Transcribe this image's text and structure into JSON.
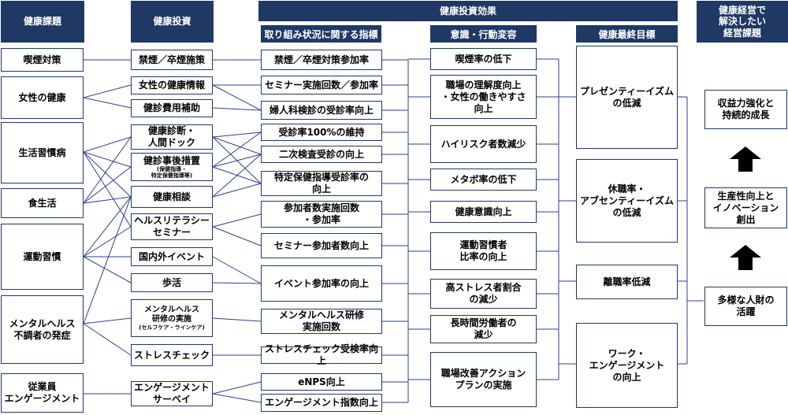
{
  "headers": {
    "issues": "健康課題",
    "investment": "健康投資",
    "effect": "健康投資効果",
    "management": "健康経営で\n解決したい\n経営課題"
  },
  "subheaders": {
    "indicators": "取り組み状況に関する指標",
    "behavior": "意識・行動変容",
    "final_goal": "健康最終目標"
  },
  "issues": [
    "喫煙対策",
    "女性の健康",
    "生活習慣病",
    "食生活",
    "運動習慣",
    "メンタルヘルス\n不調者の発症",
    "従業員\nエンゲージメント"
  ],
  "investments": {
    "smoking": "禁煙／卒煙施策",
    "women_info": "女性の健康情報",
    "checkup_subsidy": "健診費用補助",
    "health_check": "健康診断・\n人間ドック",
    "followup_main": "健診事後措置",
    "followup_sub": "(保健指導・\n特定保健指導等)",
    "consult": "健康相談",
    "literacy": "ヘルスリテラシー\nセミナー",
    "events": "国内外イベント",
    "walking": "歩活",
    "mental_main": "メンタルヘルス\n研修の実施",
    "mental_sub": "(セルフケア・ラインケア)",
    "stress": "ストレスチェック",
    "survey": "エンゲージメント\nサーベイ"
  },
  "indicators": [
    "禁煙／卒煙対策参加率",
    "セミナー実施回数／参加率",
    "婦人科検診の受診率向上",
    "受診率100%の維持",
    "二次検査受診の向上",
    "特定保健指導受診率の\n向上",
    "参加者数実施回数\n・参加率",
    "セミナー参加者数向上",
    "イベント参加率の向上",
    "メンタルヘルス研修\n実施回数",
    "ストレスチェック受検率向上",
    "eNPS向上",
    "エンゲージメント指数向上"
  ],
  "behaviors": [
    "喫煙率の低下",
    "職場の理解度向上\n・女性の働きやすさ\n向上",
    "ハイリスク者数減少",
    "メタボ率の低下",
    "健康意識向上",
    "運動習慣者\n比率の向上",
    "高ストレス者割合\nの減少",
    "長時間労働者の\n減少",
    "職場改善アクション\nプランの実施"
  ],
  "final_goals": [
    "プレゼンティーイズム\nの低減",
    "休職率・\nアブセンティーイズム\nの低減",
    "離職率低減",
    "ワーク・\nエンゲージメント\nの向上"
  ],
  "management_issues": [
    "収益力強化と\n持続的成長",
    "生産性向上と\nイノベーション\n創出",
    "多様な人財の\n活躍"
  ],
  "colors": {
    "navy": "#1f3864",
    "line": "#2e3f8f"
  }
}
